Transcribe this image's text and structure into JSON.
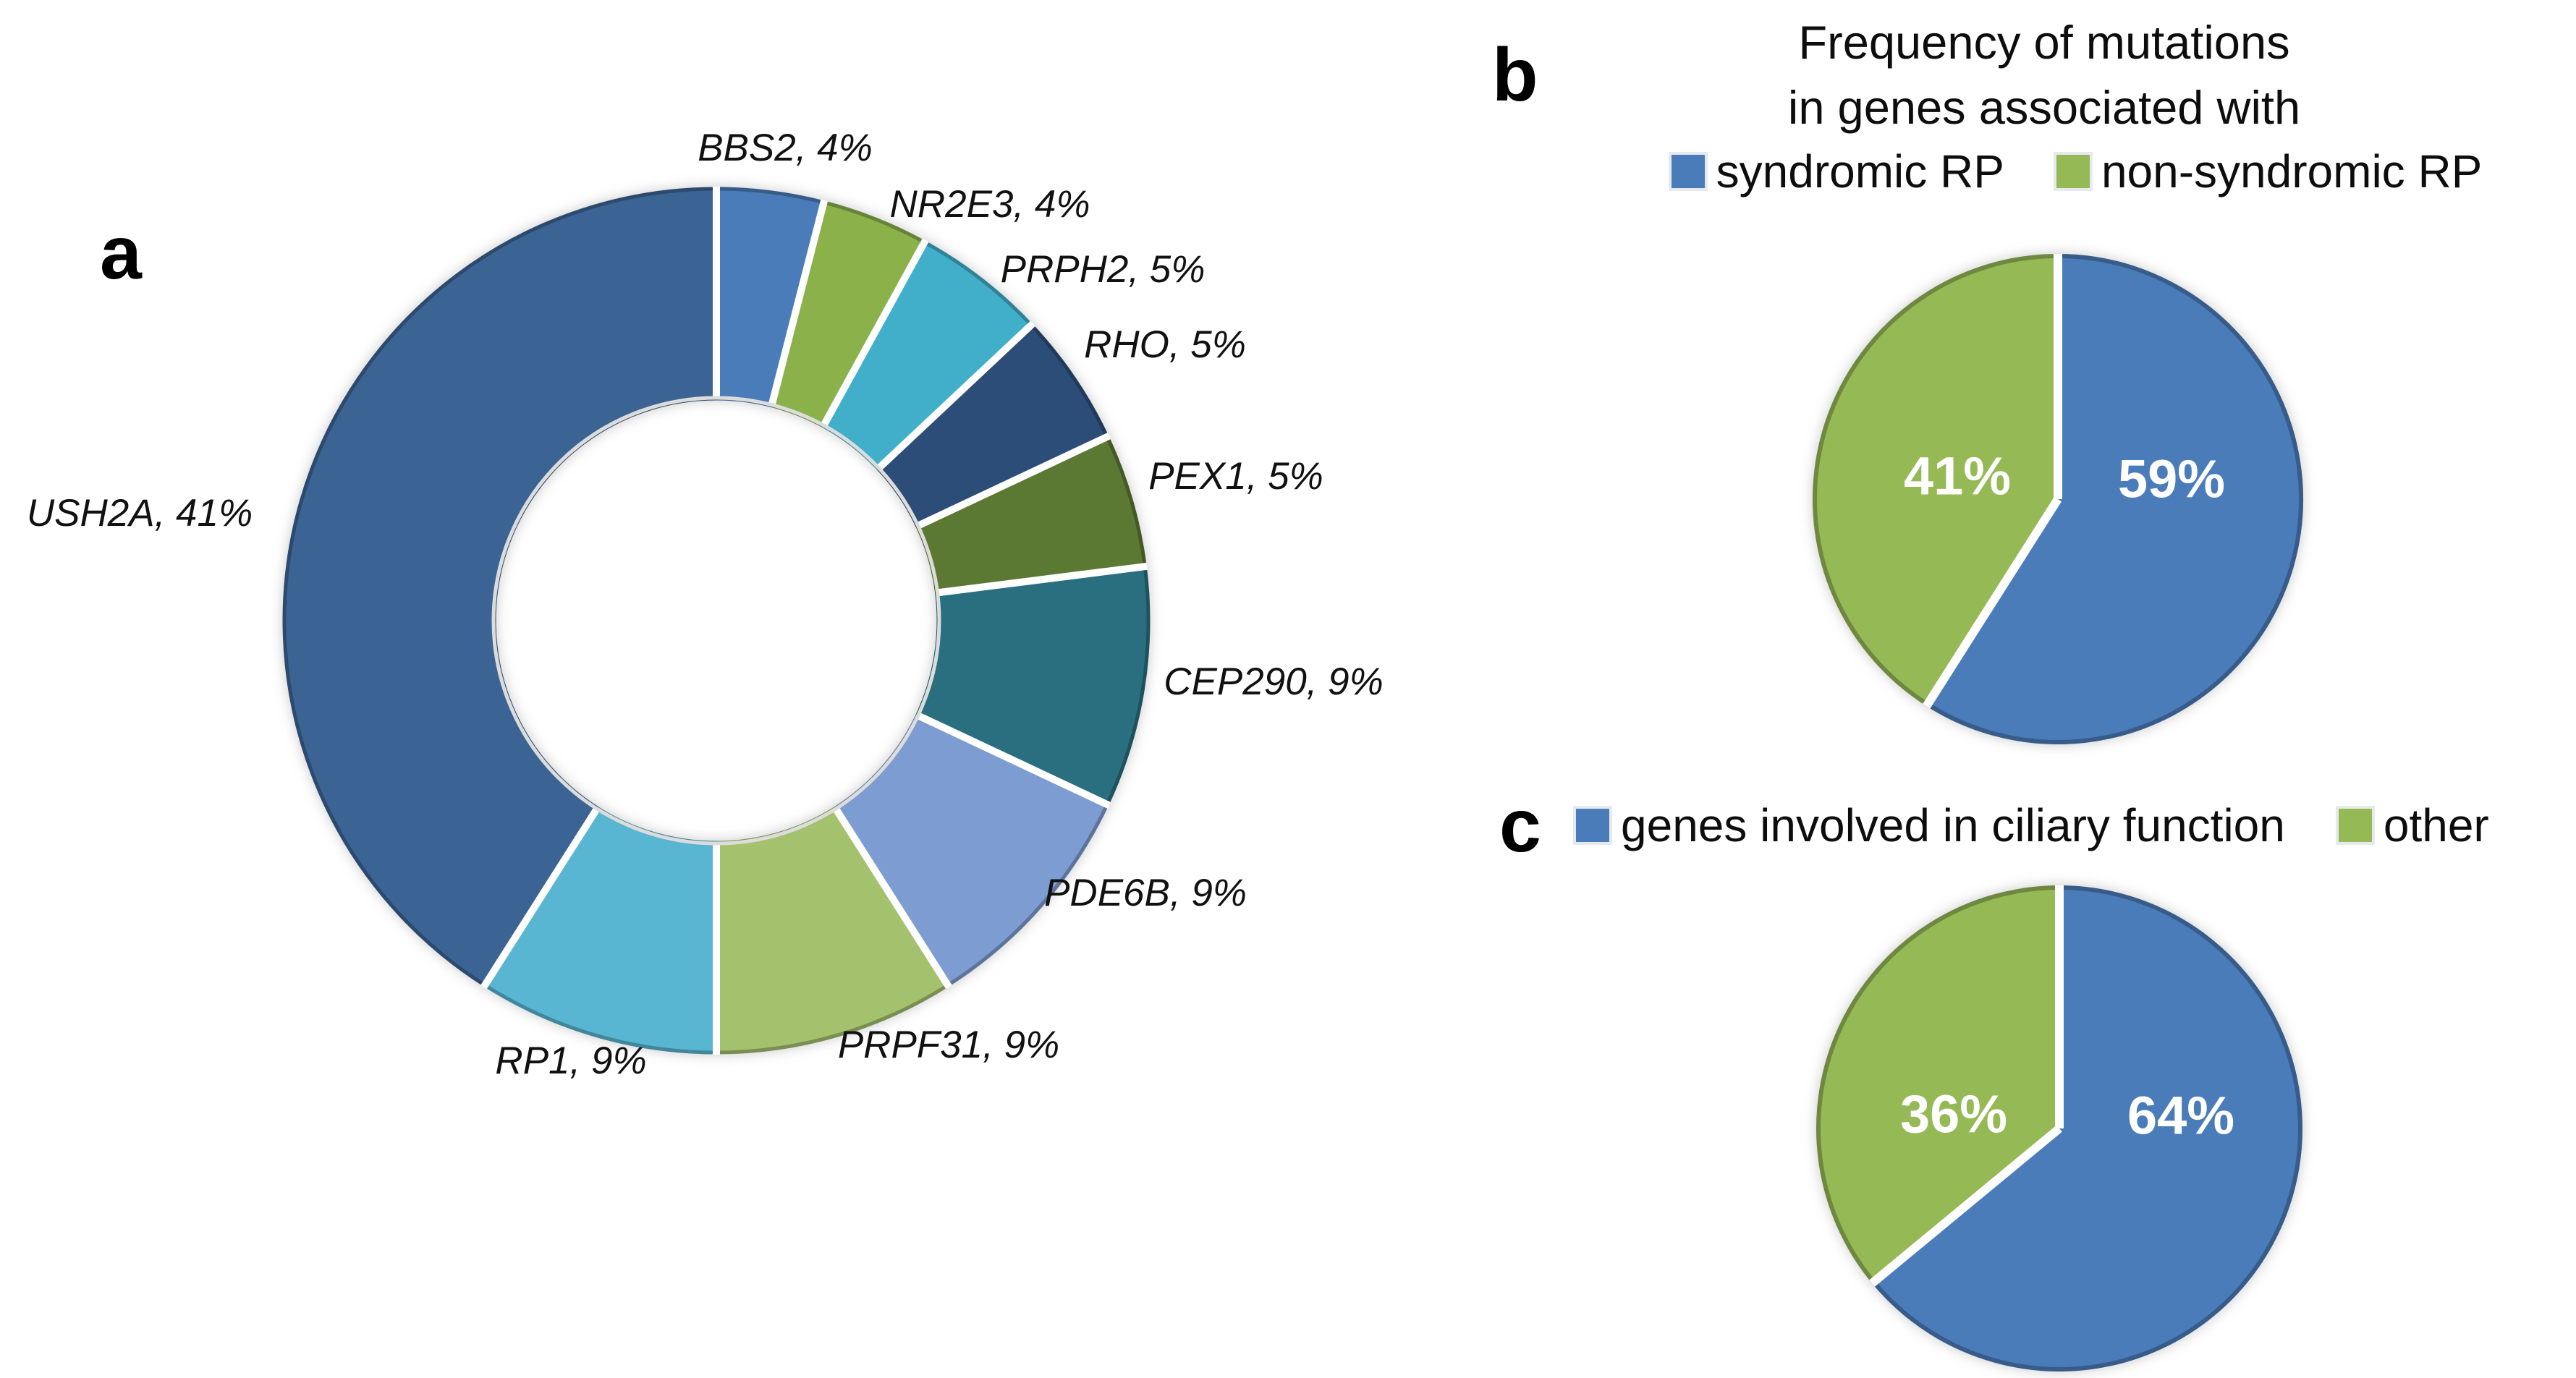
{
  "figure": {
    "panels": [
      {
        "letter": "a"
      },
      {
        "letter": "b"
      },
      {
        "letter": "c"
      }
    ]
  },
  "colors": {
    "syndromic_blue": "#4a7cba",
    "nonsyndromic_green": "#95b955",
    "background": "#ffffff"
  },
  "chart_data": [
    {
      "type": "pie",
      "subtype": "donut",
      "panel": "a",
      "direction": "clockwise-from-top",
      "data_label_format": "{label}, {value}%",
      "slices": [
        {
          "label": "BBS2",
          "value": 4,
          "color": "#4a7cba"
        },
        {
          "label": "NR2E3",
          "value": 4,
          "color": "#8ab14a"
        },
        {
          "label": "PRPH2",
          "value": 5,
          "color": "#41afc9"
        },
        {
          "label": "RHO",
          "value": 5,
          "color": "#2d4d79"
        },
        {
          "label": "PEX1",
          "value": 5,
          "color": "#5c7933"
        },
        {
          "label": "CEP290",
          "value": 9,
          "color": "#2a6f7f"
        },
        {
          "label": "PDE6B",
          "value": 9,
          "color": "#7d9cd1"
        },
        {
          "label": "PRPF31",
          "value": 9,
          "color": "#a4c16d"
        },
        {
          "label": "RP1",
          "value": 9,
          "color": "#58b6d3"
        },
        {
          "label": "USH2A",
          "value": 41,
          "color": "#3b6494"
        }
      ]
    },
    {
      "type": "pie",
      "panel": "b",
      "title_lines": [
        "Frequency of mutations",
        "in genes associated with"
      ],
      "legend": [
        {
          "label": "syndromic RP",
          "color": "#4a7cba"
        },
        {
          "label": "non-syndromic RP",
          "color": "#95b955"
        }
      ],
      "slices": [
        {
          "label": "syndromic RP",
          "value": 59,
          "color": "#4a7cba",
          "data_label": "59%"
        },
        {
          "label": "non-syndromic RP",
          "value": 41,
          "color": "#95b955",
          "data_label": "41%"
        }
      ]
    },
    {
      "type": "pie",
      "panel": "c",
      "legend": [
        {
          "label": "genes involved in ciliary function",
          "color": "#4a7cba"
        },
        {
          "label": "other",
          "color": "#95b955"
        }
      ],
      "slices": [
        {
          "label": "genes involved in ciliary function",
          "value": 64,
          "color": "#4a7cba",
          "data_label": "64%"
        },
        {
          "label": "other",
          "value": 36,
          "color": "#95b955",
          "data_label": "36%"
        }
      ]
    }
  ]
}
